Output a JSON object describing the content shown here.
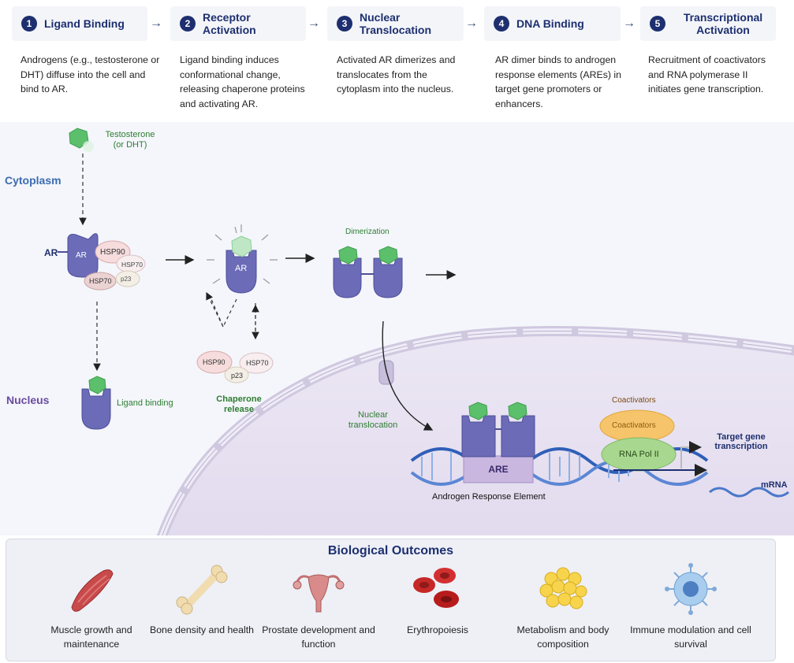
{
  "steps": [
    {
      "num": "1",
      "title": "Ligand Binding",
      "desc": "Androgens (e.g., testosterone or DHT) diffuse into the cell and bind to AR."
    },
    {
      "num": "2",
      "title": "Receptor Activation",
      "desc": "Ligand binding induces conformational change, releasing chaperone proteins and activating AR."
    },
    {
      "num": "3",
      "title": "Nuclear Translocation",
      "desc": "Activated AR dimerizes and translocates from the cytoplasm into the nucleus."
    },
    {
      "num": "4",
      "title": "DNA Binding",
      "desc": "AR dimer binds to androgen response elements (AREs) in target gene promoters or enhancers."
    },
    {
      "num": "5",
      "title": "Transcriptional Activation",
      "desc": "Recruitment of coactivators and RNA polymerase II initiates gene transcription."
    }
  ],
  "arrow_glyph": "→",
  "diagram": {
    "testosterone": "Testosterone (or DHT)",
    "cytoplasm": "Cytoplasm",
    "nucleus": "Nucleus",
    "ar_side_label": "AR",
    "ar": "AR",
    "hsp90": "HSP90",
    "hsp70": "HSP70",
    "p23": "p23",
    "p23_cropped": "p23",
    "ligand_binding": "Ligand binding",
    "chaperone_release": "Chaperone release",
    "dimerization": "Dimerization",
    "nuclear_translocation": "Nuclear translocation",
    "are": "ARE",
    "are_caption": "Androgen Response Element",
    "coactivators_top": "Coactivators",
    "coactivators": "Coactivators",
    "rna_pol": "RNA Pol II",
    "target_gene": "Target gene transcription",
    "mrna": "mRNA"
  },
  "outcomes": {
    "title": "Biological Outcomes",
    "items": [
      {
        "label": "Muscle growth and maintenance",
        "icon": "muscle-icon"
      },
      {
        "label": "Bone density and health",
        "icon": "bone-icon"
      },
      {
        "label": "Prostate development and function",
        "icon": "prostate-icon"
      },
      {
        "label": "Erythropoiesis",
        "icon": "red-blood-cells-icon"
      },
      {
        "label": "Metabolism and body composition",
        "icon": "fat-cells-icon"
      },
      {
        "label": "Immune modulation and cell survival",
        "icon": "immune-cell-icon"
      }
    ]
  },
  "colors": {
    "navy": "#1d2f6f",
    "receptor": "#6b6bb8",
    "ligand": "#5cbf6b",
    "membrane": "#d8d3e6",
    "dna_blue": "#2f5fb8",
    "are_box": "#c9b7e0",
    "coactivator": "#f6c46a",
    "rna_pol": "#a8d88f",
    "label_green": "#2e7d32"
  }
}
